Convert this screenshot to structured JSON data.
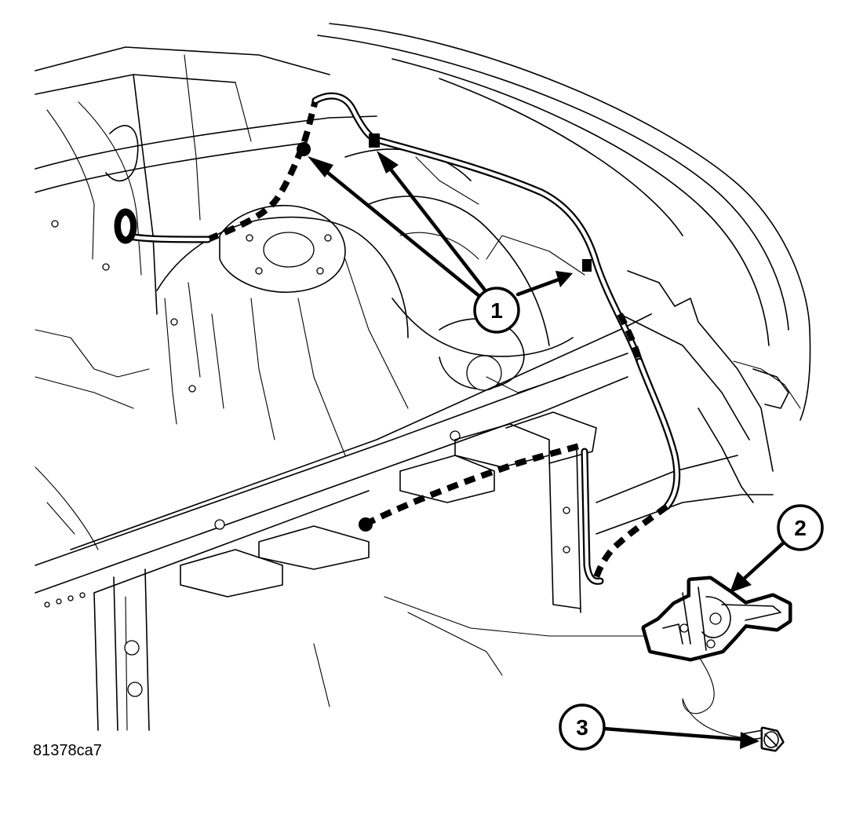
{
  "figure": {
    "id_label": "81378ca7"
  },
  "callouts": [
    {
      "number": "1",
      "target": "hood-release-cable-retainers"
    },
    {
      "number": "2",
      "target": "hood-latch"
    },
    {
      "number": "3",
      "target": "latch-bolt"
    }
  ]
}
